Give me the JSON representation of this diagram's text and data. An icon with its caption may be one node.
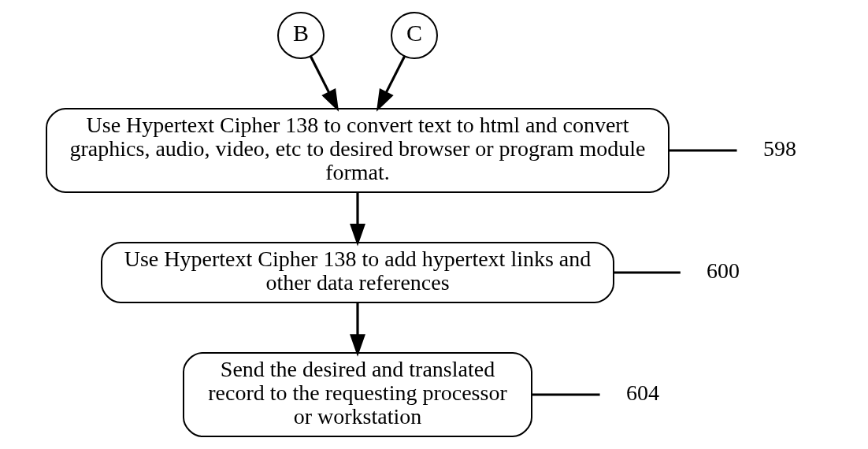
{
  "diagram": {
    "nodes": [
      {
        "text": [
          "B"
        ]
      },
      {
        "text": [
          "C"
        ]
      },
      {
        "text": [
          "Use Hypertext Cipher 138 to convert text to html and convert graphics, audio, video, etc to desired browser or program module format."
        ]
      },
      {
        "text": [
          "Use Hypertext Cipher 138 to add hypertext links and other data references"
        ]
      },
      {
        "text": [
          "Send the desired and translated record to the requesting processor or workstation"
        ]
      },
      {
        "text": [
          "598"
        ]
      },
      {
        "text": [
          "600"
        ]
      },
      {
        "text": [
          "604"
        ]
      }
    ],
    "edges": [
      {
        "from": 0,
        "to": 2,
        "arrow": "to"
      },
      {
        "from": 1,
        "to": 2,
        "arrow": "to"
      },
      {
        "from": 2,
        "to": 3,
        "arrow": "to"
      },
      {
        "from": 3,
        "to": 4,
        "arrow": "to"
      },
      {
        "from": 5,
        "to": 2,
        "arrow": "none"
      },
      {
        "from": 6,
        "to": 3,
        "arrow": "none"
      },
      {
        "from": 7,
        "to": 4,
        "arrow": "none"
      }
    ]
  }
}
